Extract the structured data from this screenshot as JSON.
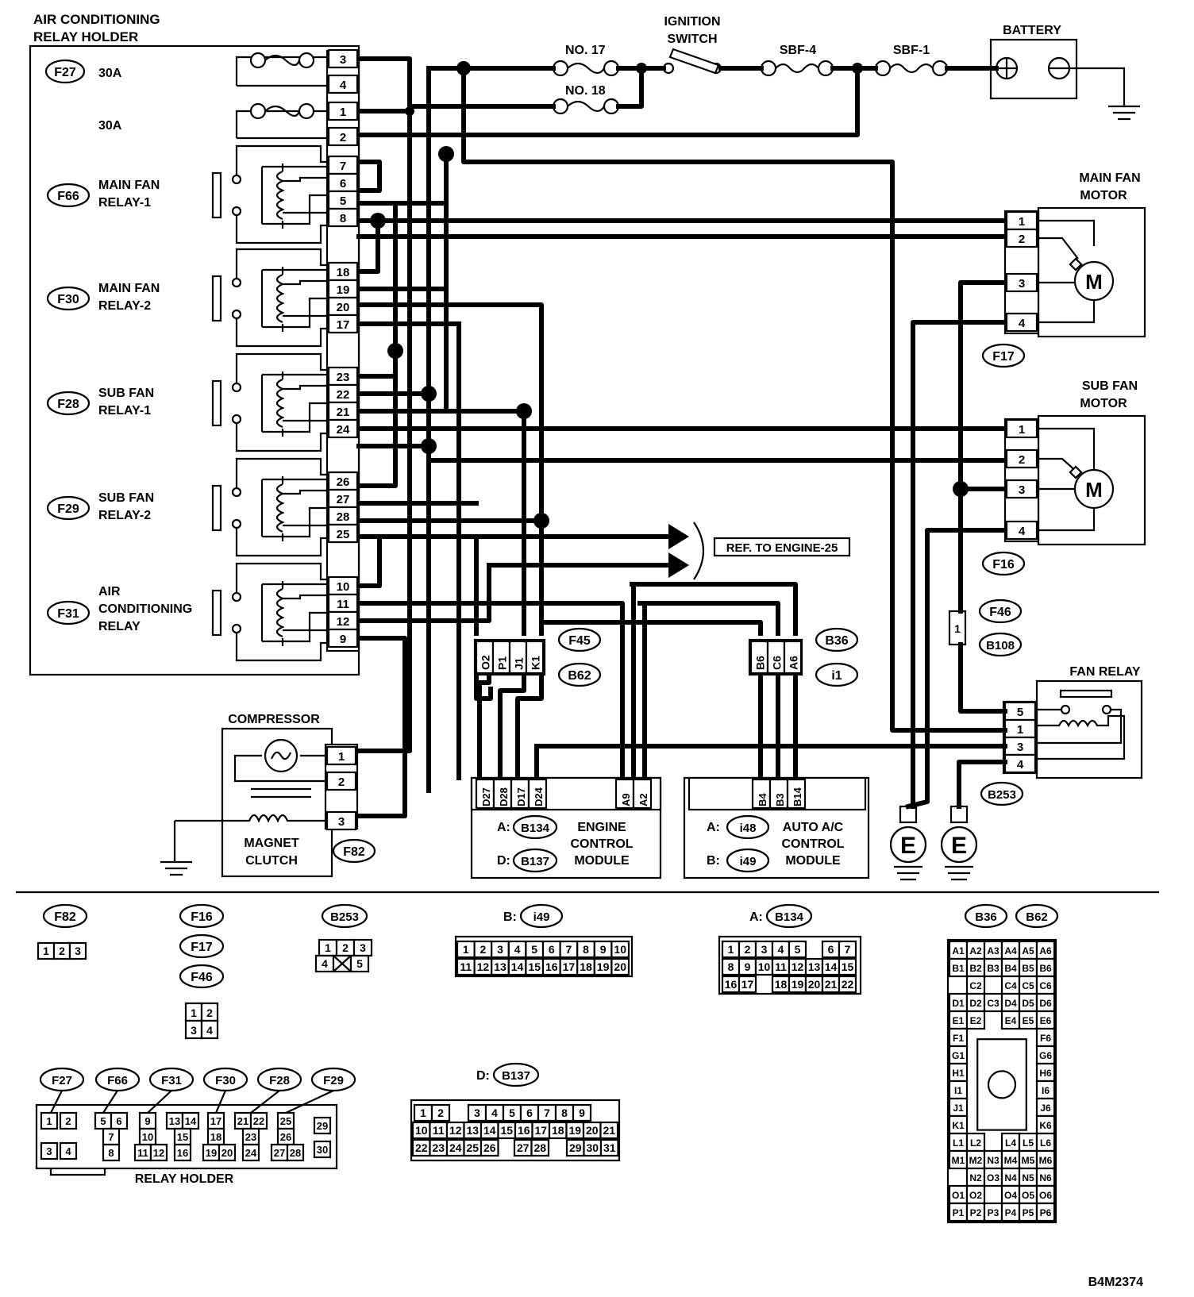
{
  "diagram": {
    "code": "B4M2374",
    "relay_holder_title_1": "AIR CONDITIONING",
    "relay_holder_title_2": "RELAY HOLDER",
    "fuse_30a": "30A",
    "fuse_no17": "NO. 17",
    "fuse_no18": "NO. 18",
    "ignition_1": "IGNITION",
    "ignition_2": "SWITCH",
    "sbf4": "SBF-4",
    "sbf1": "SBF-1",
    "battery": "BATTERY",
    "main_fan_motor_1": "MAIN FAN",
    "main_fan_motor_2": "MOTOR",
    "sub_fan_motor_1": "SUB FAN",
    "sub_fan_motor_2": "MOTOR",
    "motor_letter": "M",
    "fan_relay": "FAN RELAY",
    "compressor": "COMPRESSOR",
    "magnet_1": "MAGNET",
    "magnet_2": "CLUTCH",
    "ref": "REF. TO ENGINE-25",
    "ecm_1": "ENGINE",
    "ecm_2": "CONTROL",
    "ecm_3": "MODULE",
    "aac_1": "AUTO A/C",
    "aac_2": "CONTROL",
    "aac_3": "MODULE",
    "ground_letter": "E",
    "relay_holder_label": "RELAY HOLDER",
    "prefix_a": "A:",
    "prefix_b": "B:",
    "prefix_d": "D:"
  },
  "relays": [
    {
      "connector": "F66",
      "line1": "MAIN FAN",
      "line2": "RELAY-1",
      "line3": ""
    },
    {
      "connector": "F30",
      "line1": "MAIN FAN",
      "line2": "RELAY-2",
      "line3": ""
    },
    {
      "connector": "F28",
      "line1": "SUB FAN",
      "line2": "RELAY-1",
      "line3": ""
    },
    {
      "connector": "F29",
      "line1": "SUB FAN",
      "line2": "RELAY-2",
      "line3": ""
    },
    {
      "connector": "F31",
      "line1": "AIR",
      "line2": "CONDITIONING",
      "line3": "RELAY"
    }
  ],
  "connector_ids": {
    "F27": "F27",
    "F66": "F66",
    "F30": "F30",
    "F28": "F28",
    "F29": "F29",
    "F31": "F31",
    "F17": "F17",
    "F16": "F16",
    "F46": "F46",
    "B108": "B108",
    "B253": "B253",
    "F82": "F82",
    "F45": "F45",
    "B62": "B62",
    "B36": "B36",
    "i1": "i1",
    "B134": "B134",
    "B137": "B137",
    "i48": "i48",
    "i49": "i49"
  },
  "relay_holder_pins": [
    "3",
    "4",
    "1",
    "2",
    "7",
    "6",
    "5",
    "8",
    "18",
    "19",
    "20",
    "17",
    "23",
    "22",
    "21",
    "24",
    "26",
    "27",
    "28",
    "25",
    "10",
    "11",
    "12",
    "9"
  ],
  "main_fan_pins": [
    "1",
    "2",
    "3",
    "4"
  ],
  "sub_fan_pins": [
    "1",
    "2",
    "3",
    "4"
  ],
  "fan_relay_pins": [
    "5",
    "1",
    "3",
    "4"
  ],
  "compressor_pins": [
    "1",
    "2",
    "3"
  ],
  "f46_pin": "1",
  "f45_pins": [
    "O2",
    "P1",
    "J1",
    "K1"
  ],
  "b36_pins": [
    "B6",
    "C6",
    "A6"
  ],
  "ecm_pins_left": [
    "D27",
    "D28",
    "D17",
    "D24"
  ],
  "ecm_pins_right": [
    "A9",
    "A2"
  ],
  "aac_pins": [
    "B4",
    "B3",
    "B14"
  ],
  "views": {
    "f82": [
      "1",
      "2",
      "3"
    ],
    "f16": [
      "1",
      "2",
      "3",
      "4"
    ],
    "b253": [
      "1",
      "2",
      "3",
      "4",
      "5"
    ],
    "i49_row1": [
      "1",
      "2",
      "3",
      "4",
      "5",
      "6",
      "7",
      "8",
      "9",
      "10"
    ],
    "i49_row2": [
      "11",
      "12",
      "13",
      "14",
      "15",
      "16",
      "17",
      "18",
      "19",
      "20"
    ],
    "b134_row1": [
      "1",
      "2",
      "3",
      "4",
      "5",
      "6",
      "7"
    ],
    "b134_row2": [
      "8",
      "9",
      "10",
      "11",
      "12",
      "13",
      "14",
      "15"
    ],
    "b134_row3": [
      "16",
      "17",
      "18",
      "19",
      "20",
      "21",
      "22"
    ],
    "b137_row1": [
      "1",
      "2",
      "3",
      "4",
      "5",
      "6",
      "7",
      "8",
      "9"
    ],
    "b137_row2": [
      "10",
      "11",
      "12",
      "13",
      "14",
      "15",
      "16",
      "17",
      "18",
      "19",
      "20",
      "21"
    ],
    "b137_row3": [
      "22",
      "23",
      "24",
      "25",
      "26",
      "27",
      "28",
      "29",
      "30",
      "31"
    ],
    "rh_a": [
      "1",
      "2",
      "3",
      "4"
    ],
    "rh_b": [
      "5",
      "6",
      "7",
      "8"
    ],
    "rh_c": [
      "9",
      "10",
      "11",
      "12"
    ],
    "rh_d": [
      "13",
      "14",
      "15",
      "16"
    ],
    "rh_e": [
      "17",
      "18",
      "19",
      "20"
    ],
    "rh_f": [
      "21",
      "22",
      "23",
      "24"
    ],
    "rh_g": [
      "25",
      "26",
      "27",
      "28"
    ],
    "rh_h": [
      "29",
      "30"
    ],
    "b36_grid": [
      [
        "A1",
        "A2",
        "A3",
        "A4",
        "A5",
        "A6"
      ],
      [
        "B1",
        "B2",
        "B3",
        "B4",
        "B5",
        "B6"
      ],
      [
        "",
        "C2",
        "",
        "C4",
        "C5",
        "C6"
      ],
      [
        "D1",
        "D2",
        "C3",
        "D4",
        "D5",
        "D6"
      ],
      [
        "E1",
        "E2",
        "",
        "E4",
        "E5",
        "E6"
      ],
      [
        "F1",
        "",
        "",
        "",
        "",
        "F6"
      ],
      [
        "G1",
        "",
        "",
        "",
        "",
        "G6"
      ],
      [
        "H1",
        "",
        "",
        "",
        "",
        "H6"
      ],
      [
        "I1",
        "",
        "",
        "",
        "",
        "I6"
      ],
      [
        "J1",
        "",
        "",
        "",
        "",
        "J6"
      ],
      [
        "K1",
        "",
        "",
        "",
        "",
        "K6"
      ],
      [
        "L1",
        "L2",
        "",
        "L4",
        "L5",
        "L6"
      ],
      [
        "M1",
        "M2",
        "N3",
        "M4",
        "M5",
        "M6"
      ],
      [
        "",
        "N2",
        "O3",
        "N4",
        "N5",
        "N6"
      ],
      [
        "O1",
        "O2",
        "",
        "O4",
        "O5",
        "O6"
      ],
      [
        "P1",
        "P2",
        "P3",
        "P4",
        "P5",
        "P6"
      ]
    ]
  }
}
